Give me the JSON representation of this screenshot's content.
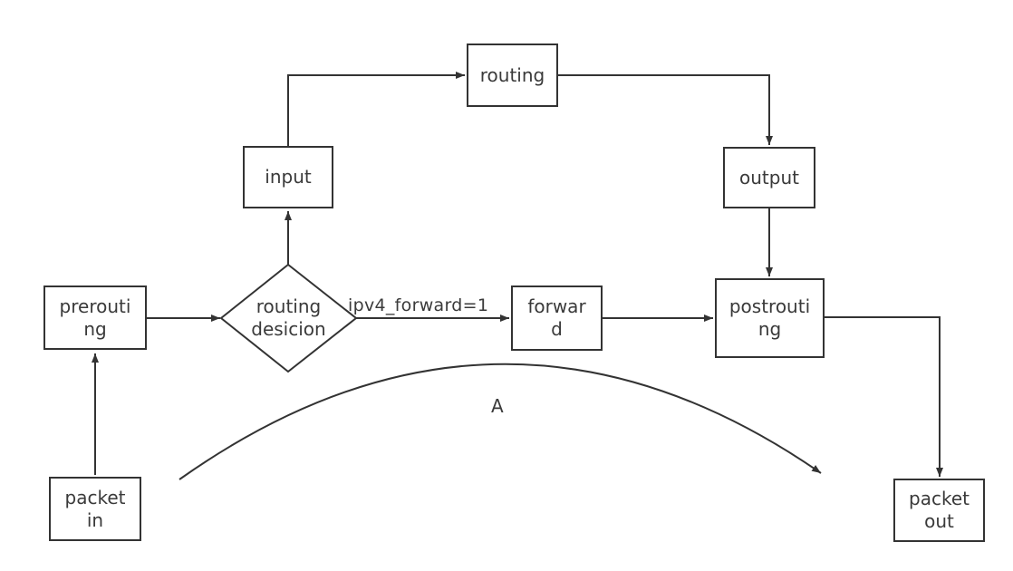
{
  "canvas": {
    "background_color": "#ffffff",
    "line_color": "#333333",
    "text_color": "#3a3a3a"
  },
  "nodes": {
    "packet_in": {
      "lines": [
        "packet",
        "in"
      ]
    },
    "prerouting": {
      "lines": [
        "prerouti",
        "ng"
      ]
    },
    "routing_decision": {
      "lines": [
        "routing",
        "desicion"
      ]
    },
    "input": {
      "lines": [
        "input"
      ]
    },
    "routing": {
      "lines": [
        "routing"
      ]
    },
    "output": {
      "lines": [
        "output"
      ]
    },
    "forward": {
      "lines": [
        "forwar",
        "d"
      ]
    },
    "postrouting": {
      "lines": [
        "postrouti",
        "ng"
      ]
    },
    "packet_out": {
      "lines": [
        "packet",
        "out"
      ]
    }
  },
  "edge_labels": {
    "condition": "ipv4_forward=1",
    "bypass": "A"
  }
}
